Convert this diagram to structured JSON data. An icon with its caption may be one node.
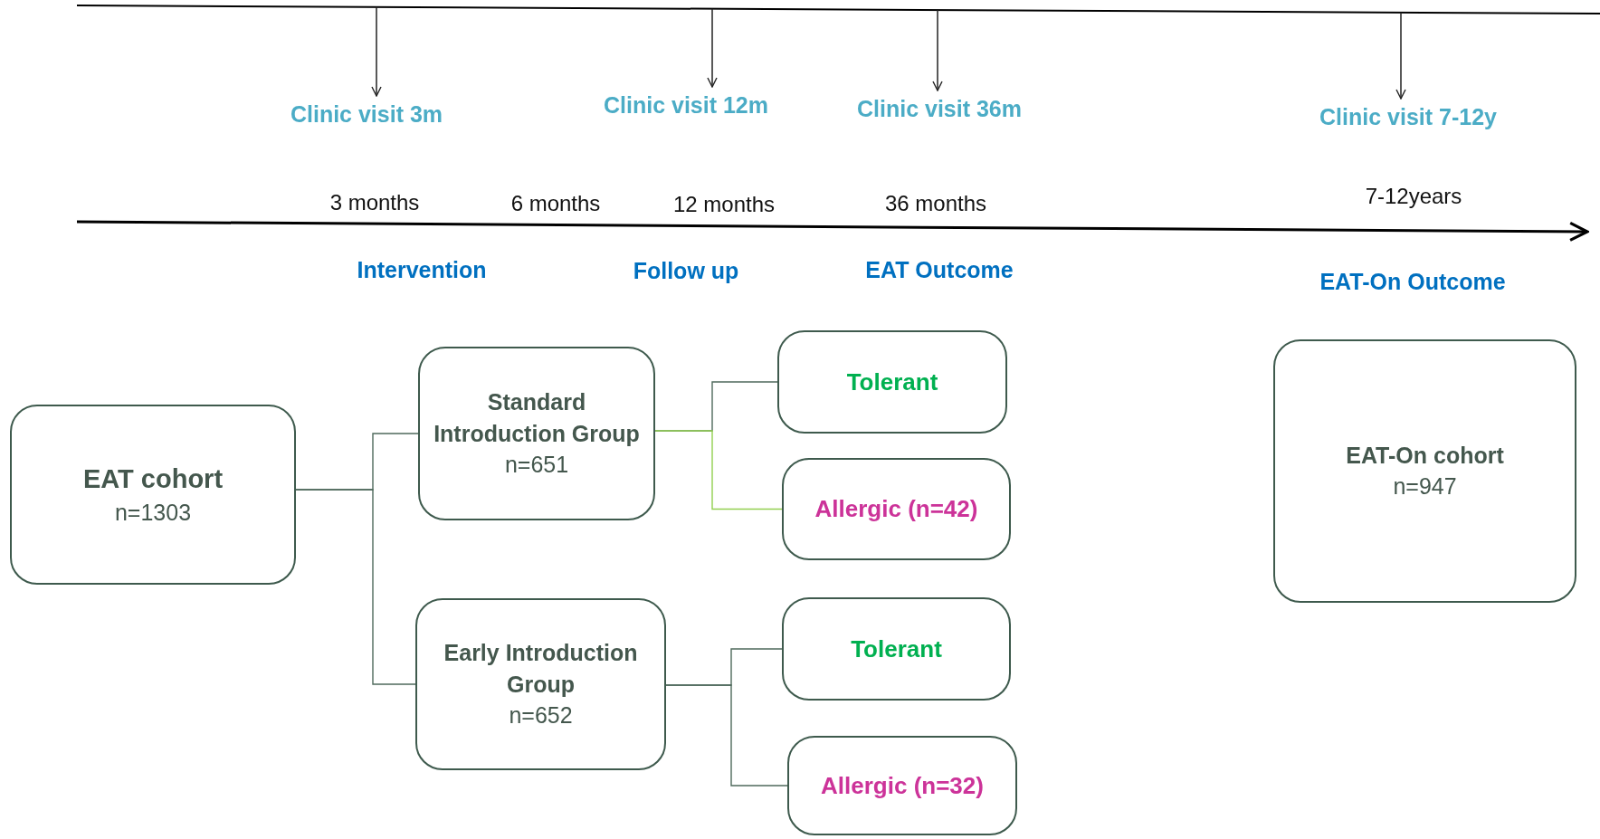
{
  "diagram": {
    "nodes": [
      {
        "text": [
          "Clinic visit 3m"
        ]
      },
      {
        "text": [
          "Clinic visit 12m"
        ]
      },
      {
        "text": [
          "Clinic visit 36m"
        ]
      },
      {
        "text": [
          "Clinic visit 7-12y"
        ]
      },
      {
        "text": [
          "EAT cohort",
          "n=1303"
        ]
      },
      {
        "text": [
          "Standard Introduction Group",
          "n=651"
        ]
      },
      {
        "text": [
          "Tolerant"
        ]
      },
      {
        "text": [
          "Allergic (n=42)"
        ]
      },
      {
        "text": [
          "Early Introduction Group",
          "n=652"
        ]
      },
      {
        "text": [
          "Tolerant"
        ]
      },
      {
        "text": [
          "Allergic (n=32)"
        ]
      },
      {
        "text": [
          "EAT-On cohort",
          "n=947"
        ]
      }
    ],
    "edges": [
      {
        "from": null,
        "to": 0,
        "arrow": "to"
      },
      {
        "from": null,
        "to": 1,
        "arrow": "to"
      },
      {
        "from": null,
        "to": 2,
        "arrow": "to"
      },
      {
        "from": null,
        "to": 3,
        "arrow": "to"
      },
      {
        "from": 4,
        "to": 5,
        "arrow": "none"
      },
      {
        "from": 4,
        "to": 8,
        "arrow": "none"
      },
      {
        "from": 5,
        "to": 6,
        "arrow": "none"
      },
      {
        "from": 5,
        "to": 7,
        "arrow": "none",
        "color": "#92d050"
      },
      {
        "from": 8,
        "to": 9,
        "arrow": "none"
      },
      {
        "from": 8,
        "to": 10,
        "arrow": "none"
      }
    ],
    "labels": [
      "3 months",
      "6 months",
      "12 months",
      "36 months",
      "7-12years",
      "Intervention",
      "Follow up",
      "EAT Outcome",
      "EAT-On Outcome"
    ]
  }
}
